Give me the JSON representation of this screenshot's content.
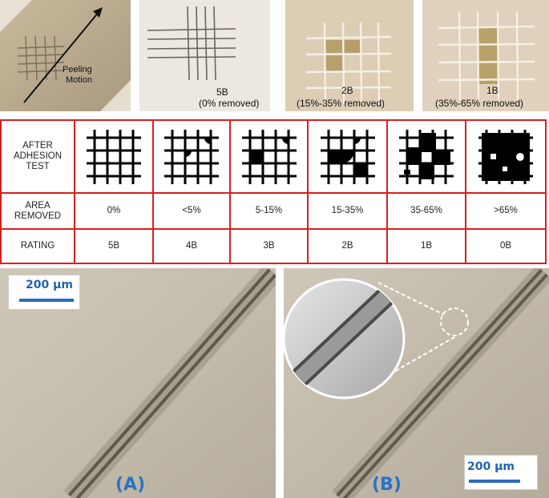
{
  "top_photos": [
    {
      "caption_line1": "Peeling",
      "caption_line2": "Motion"
    },
    {
      "caption_line1": "5B",
      "caption_line2": "(0% removed)"
    },
    {
      "caption_line1": "2B",
      "caption_line2": "(15%-35% removed)"
    },
    {
      "caption_line1": "1B",
      "caption_line2": "(35%-65% removed)"
    }
  ],
  "table": {
    "row_headers": [
      {
        "line1": "AFTER",
        "line2": "ADHESION",
        "line3": "TEST"
      },
      {
        "line1": "AREA",
        "line2": "REMOVED"
      },
      {
        "line1": "RATING"
      }
    ],
    "area_removed": [
      "0%",
      "<5%",
      "5-15%",
      "15-35%",
      "35-65%",
      ">65%"
    ],
    "rating": [
      "5B",
      "4B",
      "3B",
      "2B",
      "1B",
      "0B"
    ],
    "colors": {
      "border": "#d62020"
    }
  },
  "micrographs": {
    "left": {
      "scale_label": "200 µm",
      "panel_label": "(A)"
    },
    "right": {
      "scale_label": "200 µm",
      "panel_label": "(B)"
    },
    "colors": {
      "label": "#2a73c4",
      "scalebar": "#2a6bbf"
    }
  }
}
